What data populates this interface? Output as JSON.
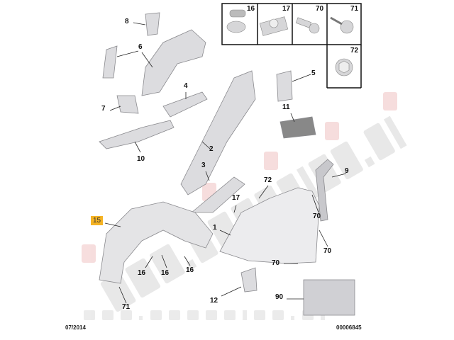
{
  "watermark": {
    "line1": "www.FACELiFT.si",
    "line2": "CAR PARTS",
    "line3": "www.FACELiFT.si"
  },
  "fastener_grid": {
    "cells": [
      "16",
      "17",
      "70",
      "71",
      "72"
    ]
  },
  "callouts": {
    "p8": "8",
    "p6": "6",
    "p4": "4",
    "p7": "7",
    "p10": "10",
    "p2": "2",
    "p3": "3",
    "p5": "5",
    "p11": "11",
    "p9": "9",
    "p72": "72",
    "p17": "17",
    "p70a": "70",
    "p1": "1",
    "p70b": "70",
    "p70c": "70",
    "p15": "15",
    "p16a": "16",
    "p16b": "16",
    "p16c": "16",
    "p12": "12",
    "p90": "90",
    "p71": "71"
  },
  "footer": {
    "date": "07/2014",
    "diagram_number": "00006845"
  },
  "colors": {
    "highlight": "#f5b324",
    "part_fill": "#d9d9dc",
    "watermark_gray": "#c8c8c8",
    "watermark_red": "#e8a0a0"
  }
}
